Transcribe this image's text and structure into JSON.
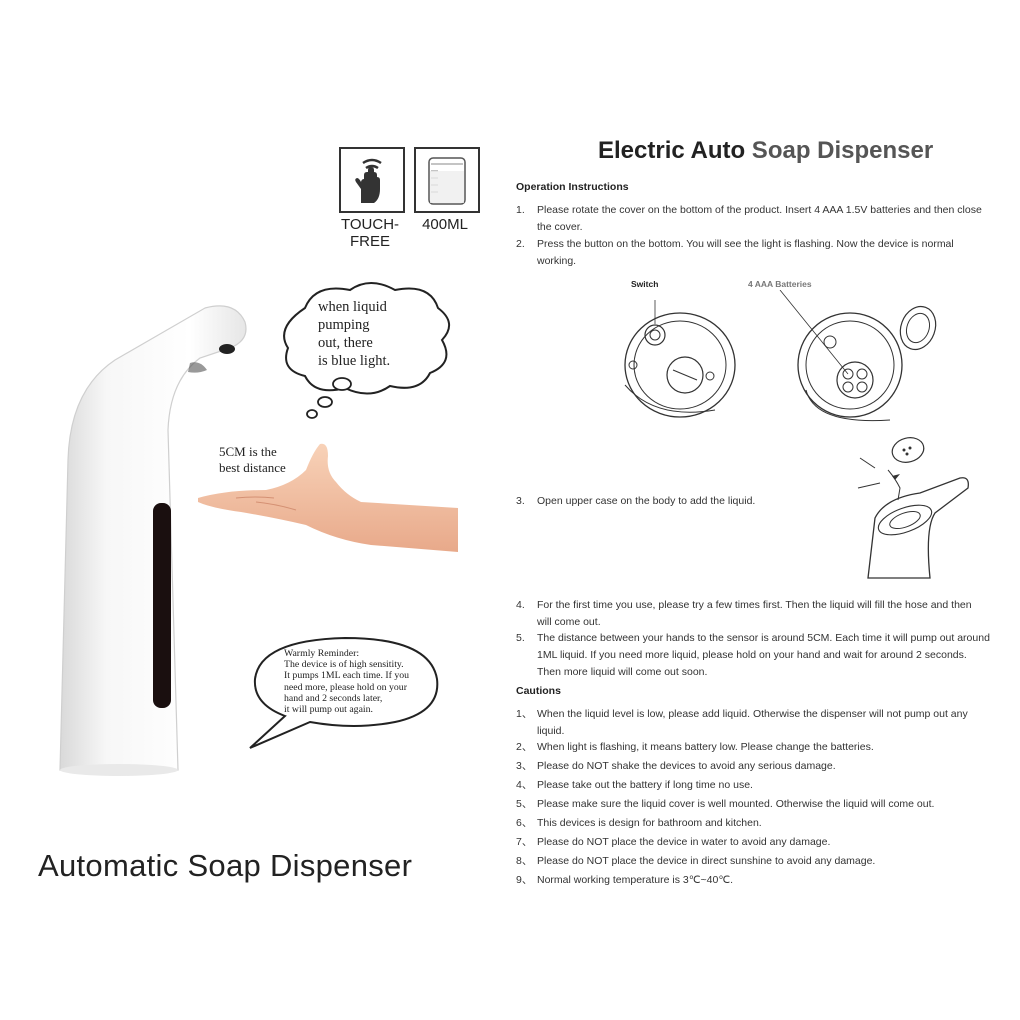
{
  "left": {
    "icons": {
      "touch_label_line1": "TOUCH-",
      "touch_label_line2": "FREE",
      "capacity_label": "400ML",
      "touch_icon": "hand-sensor-icon",
      "capacity_icon": "measuring-cup-icon"
    },
    "cloud_lines": [
      "when liquid",
      "pumping",
      "out, there",
      "is blue light."
    ],
    "distance_lines": [
      "5CM is the",
      "best distance"
    ],
    "reminder_lines": [
      "Warmly Reminder:",
      "The device is of high sensitity.",
      "It pumps 1ML each time. If you",
      "need more, please hold on your",
      "hand and 2 seconds later,",
      "it will pump out again."
    ],
    "product_title": "Automatic Soap Dispenser"
  },
  "right": {
    "title_part1": "Electric Auto",
    "title_part2": " Soap Dispenser",
    "operation": {
      "heading": "Operation Instructions",
      "items": [
        {
          "num": "1.",
          "lines": [
            "Please rotate the cover on the bottom of the product. Insert 4 AAA 1.5V batteries and then close",
            "the cover."
          ]
        },
        {
          "num": "2.",
          "lines": [
            "Press the button on the bottom. You will see the light is flashing. Now the device is normal",
            "working."
          ]
        },
        {
          "num": "3.",
          "lines": [
            "Open upper case on the body to add the liquid."
          ]
        },
        {
          "num": "4.",
          "lines": [
            "For the first time you use, please try a few times first. Then the liquid will fill the hose and then",
            "will come out."
          ]
        },
        {
          "num": "5.",
          "lines": [
            "The distance between your hands to the sensor is around 5CM. Each time it will pump out around",
            "1ML liquid. If you need more liquid, please hold on your hand and wait for around 2 seconds.",
            "Then more liquid will come out soon."
          ]
        }
      ]
    },
    "diagram": {
      "switch_label": "Switch",
      "batteries_label": "4 AAA Batteries"
    },
    "cautions": {
      "heading": "Cautions",
      "items": [
        {
          "num": "1、",
          "lines": [
            "When the liquid level is low, please add liquid. Otherwise the dispenser will not pump out any",
            "liquid."
          ]
        },
        {
          "num": "2、",
          "lines": [
            "When light is flashing, it means battery low. Please change the batteries."
          ]
        },
        {
          "num": "3、",
          "lines": [
            "Please do NOT shake the devices to avoid any serious damage."
          ]
        },
        {
          "num": "4、",
          "lines": [
            "Please take out the battery if long time no use."
          ]
        },
        {
          "num": "5、",
          "lines": [
            "Please make sure the liquid cover is well mounted. Otherwise the liquid will come out."
          ]
        },
        {
          "num": "6、",
          "lines": [
            "This devices is design for bathroom and kitchen."
          ]
        },
        {
          "num": "7、",
          "lines": [
            "Please do NOT place the device in water to avoid any damage."
          ]
        },
        {
          "num": "8、",
          "lines": [
            "Please do NOT place the device in direct sunshine to avoid any damage."
          ]
        },
        {
          "num": "9、",
          "lines": [
            "Normal working temperature is 3℃~40℃."
          ]
        }
      ]
    }
  }
}
